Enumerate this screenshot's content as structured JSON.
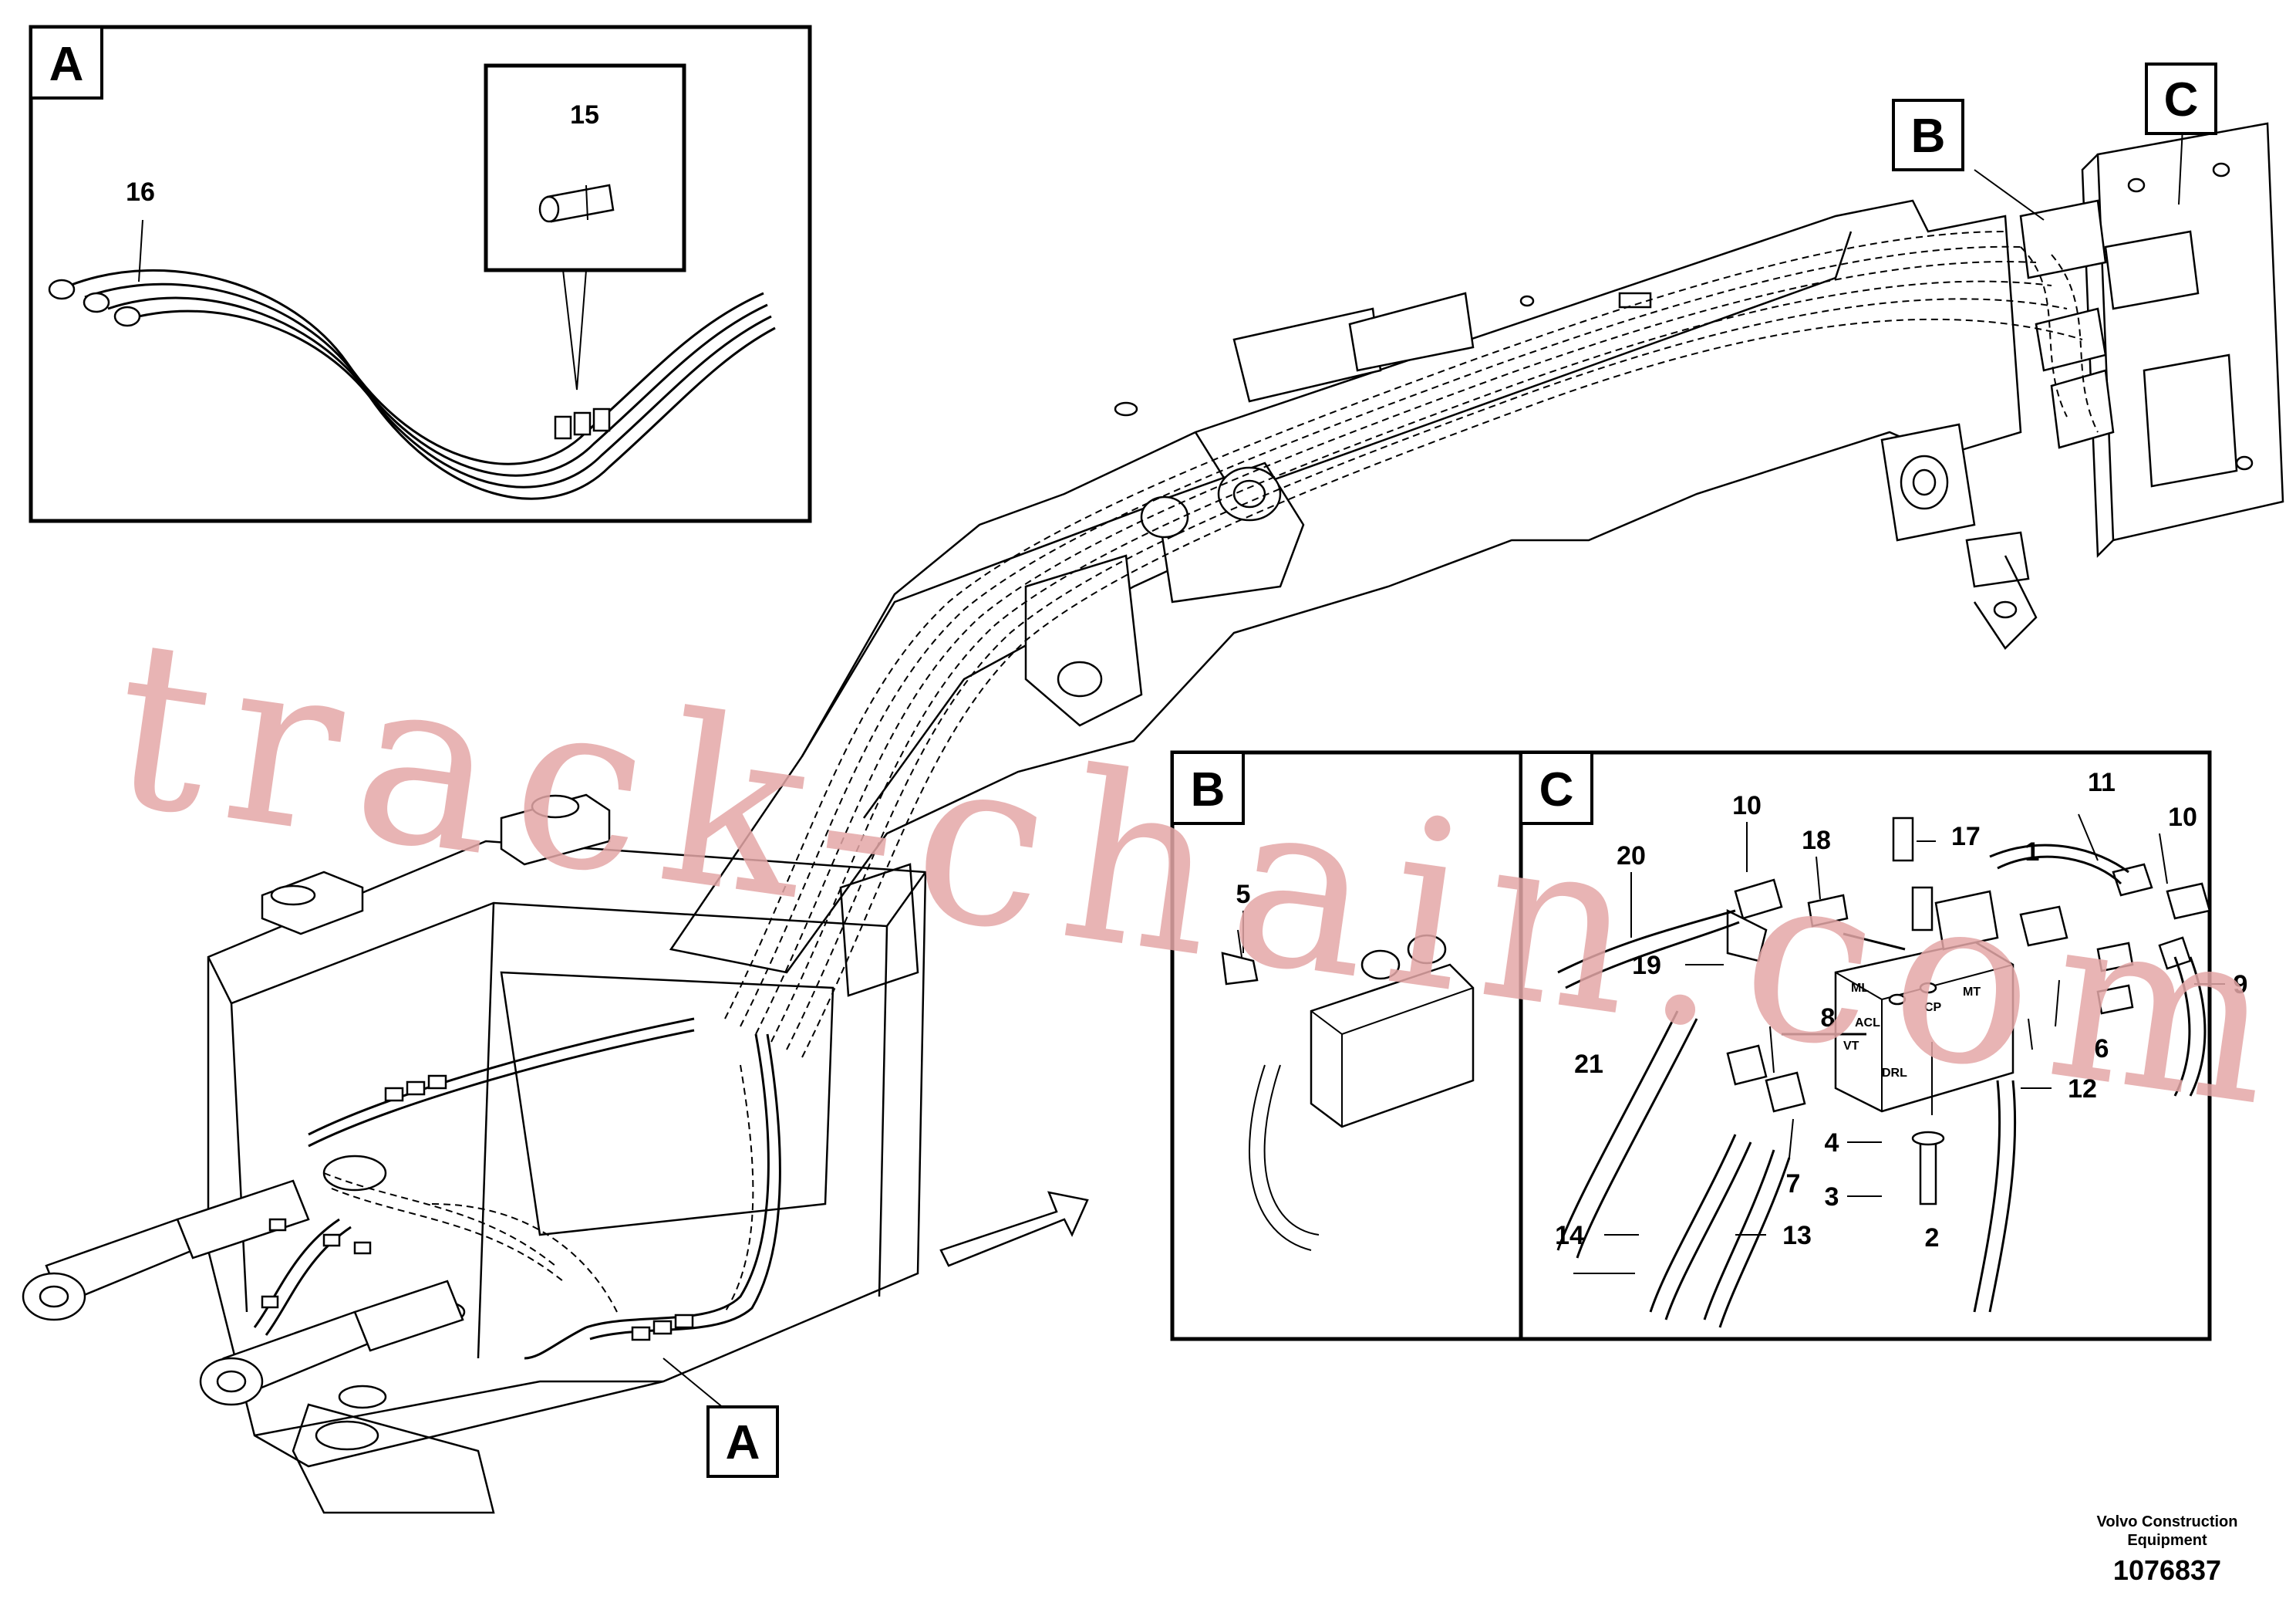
{
  "watermark": "track-chain.com",
  "footer": {
    "brand_line1": "Volvo Construction",
    "brand_line2": "Equipment",
    "part_number": "1076837"
  },
  "views": {
    "a": {
      "letter": "A"
    },
    "b": {
      "letter": "B"
    },
    "c": {
      "letter": "C"
    }
  },
  "callouts": {
    "c1": "1",
    "c2": "2",
    "c3": "3",
    "c4": "4",
    "c5": "5",
    "c6": "6",
    "c7": "7",
    "c8": "8",
    "c9": "9",
    "c10a": "10",
    "c10b": "10",
    "c11": "11",
    "c12": "12",
    "c13": "13",
    "c14": "14",
    "c15": "15",
    "c16": "16",
    "c17": "17",
    "c18": "18",
    "c19": "19",
    "c20": "20",
    "c21": "21"
  },
  "valve_ports": {
    "ml": "ML",
    "mt": "MT",
    "cp": "CP",
    "acl": "ACL",
    "vt": "VT",
    "drl": "DRL"
  }
}
